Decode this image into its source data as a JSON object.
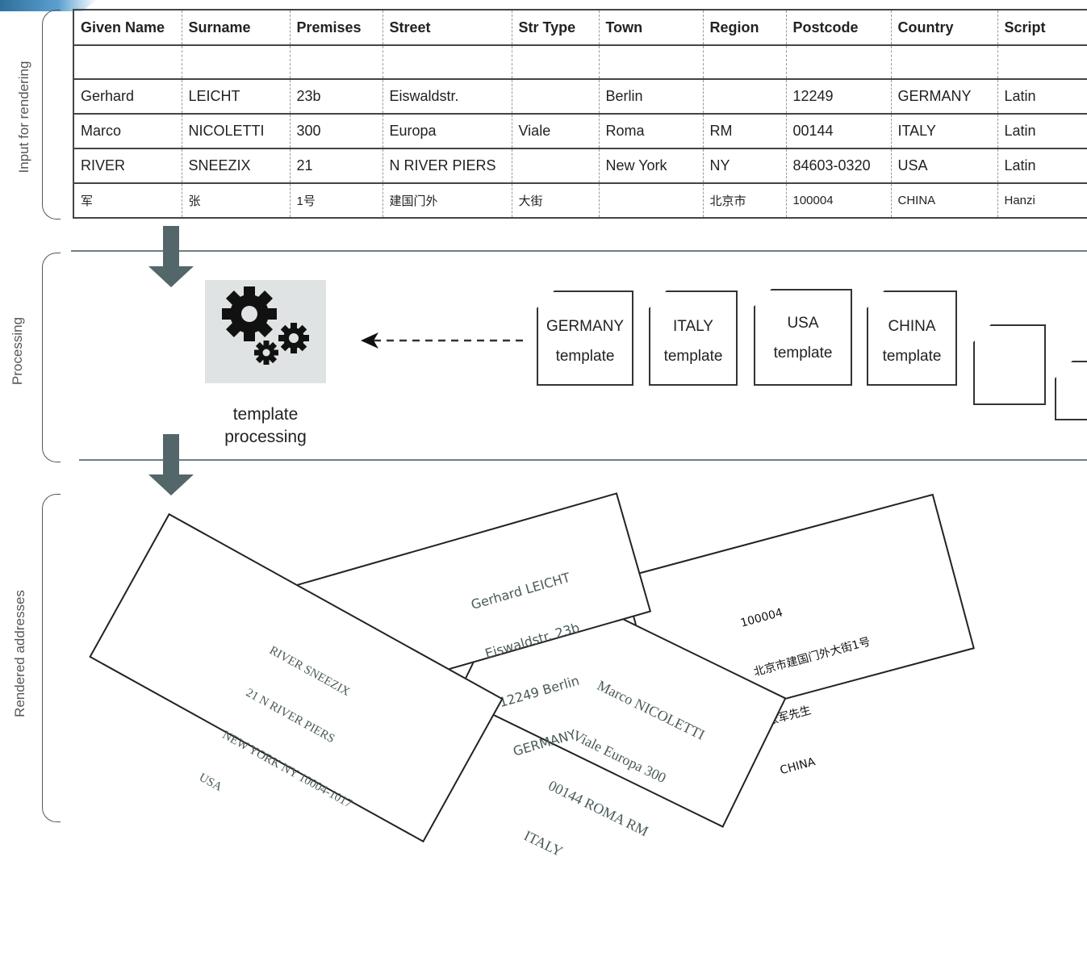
{
  "sections": {
    "input_label": "Input for rendering",
    "processing_label": "Processing",
    "rendered_label": "Rendered addresses"
  },
  "table": {
    "headers": [
      "Given Name",
      "Surname",
      "Premises",
      "Street",
      "Str Type",
      "Town",
      "Region",
      "Postcode",
      "Country",
      "Script"
    ],
    "rows": [
      [
        "Gerhard",
        "LEICHT",
        "23b",
        "Eiswaldstr.",
        "",
        "Berlin",
        "",
        "12249",
        "GERMANY",
        "Latin"
      ],
      [
        "Marco",
        "NICOLETTI",
        "300",
        "Europa",
        "Viale",
        "Roma",
        "RM",
        "00144",
        "ITALY",
        "Latin"
      ],
      [
        "RIVER",
        "SNEEZIX",
        "21",
        "N RIVER PIERS",
        "",
        "New York",
        "NY",
        "84603-0320",
        "USA",
        "Latin"
      ],
      [
        "军",
        "张",
        "1号",
        "建国门外",
        "大街",
        "",
        "北京市",
        "100004",
        "CHINA",
        "Hanzi"
      ]
    ]
  },
  "processing": {
    "gear_icon": "gears-icon",
    "label_line1": "template",
    "label_line2": "processing",
    "templates": [
      {
        "line1": "GERMANY",
        "line2": "template"
      },
      {
        "line1": "ITALY",
        "line2": "template"
      },
      {
        "line1": "USA",
        "line2": "template"
      },
      {
        "line1": "CHINA",
        "line2": "template"
      }
    ]
  },
  "rendered": {
    "usa": [
      "RIVER SNEEZIX",
      "21 N RIVER PIERS",
      "NEW YORK NY 10004-1017",
      "USA"
    ],
    "germany": [
      "Gerhard LEICHT",
      "Eiswaldstr. 23b",
      "12249 Berlin",
      "GERMANY"
    ],
    "italy": [
      "Marco NICOLETTI",
      "Viale Europa 300",
      "00144 ROMA RM",
      "ITALY"
    ],
    "china": [
      "100004",
      "北京市建国门外大街1号",
      "张军先生",
      "CHINA"
    ]
  },
  "colors": {
    "arrow": "#53666a",
    "rule": "#6b7f86",
    "gear_box": "#dfe3e3",
    "accent": "#2f6f9c"
  }
}
